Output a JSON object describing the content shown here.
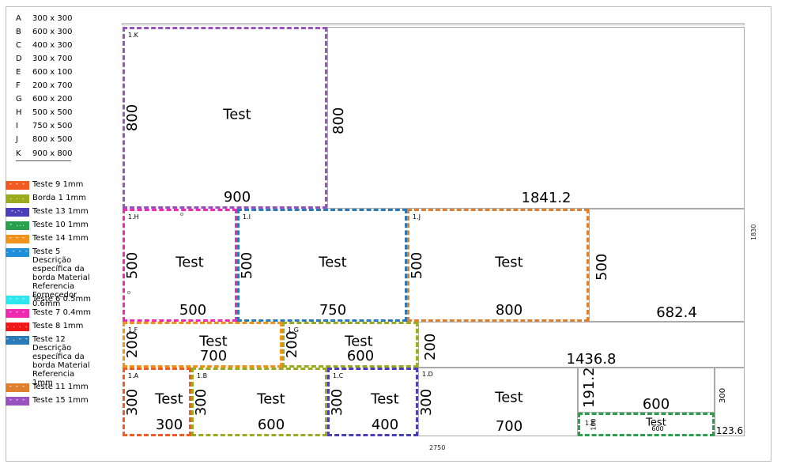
{
  "sizes": [
    {
      "key": "A",
      "value": "300 x 300"
    },
    {
      "key": "B",
      "value": "600 x 300"
    },
    {
      "key": "C",
      "value": "400 x 300"
    },
    {
      "key": "D",
      "value": "300 x 700"
    },
    {
      "key": "E",
      "value": "600 x 100"
    },
    {
      "key": "F",
      "value": "200 x 700"
    },
    {
      "key": "G",
      "value": "600 x 200"
    },
    {
      "key": "H",
      "value": "500 x 500"
    },
    {
      "key": "I",
      "value": "750 x 500"
    },
    {
      "key": "J",
      "value": "800 x 500"
    },
    {
      "key": "K",
      "value": "900 x 800"
    }
  ],
  "edges": [
    {
      "label": "Teste 9  1mm",
      "color": "#f25c22",
      "glyph": "- - -"
    },
    {
      "label": "Borda 1  1mm",
      "color": "#9aac1e",
      "glyph": ". . ."
    },
    {
      "label": "Teste 13  1mm",
      "color": "#4a3fb8",
      "glyph": "-.-."
    },
    {
      "label": "Teste 10  1mm",
      "color": "#2aa04c",
      "glyph": "- ..."
    },
    {
      "label": "Teste 14  1mm",
      "color": "#f0921c",
      "glyph": "- - -"
    },
    {
      "label": "Teste  5  Descrição específica da borda Material Referencia Fornecedor  0.6mm",
      "color": "#1e8fd8",
      "glyph": ". - - -"
    },
    {
      "label": "Teste 6   0.5mm",
      "color": "#2ee6ee",
      "glyph": "- - -"
    },
    {
      "label": "Teste 7  0.4mm",
      "color": "#ee2ab0",
      "glyph": "- - -"
    },
    {
      "label": "Teste 8  1mm",
      "color": "#f01818",
      "glyph": ". . . ."
    },
    {
      "label": "Teste  12  Descrição específica da borda Material Referencia 1mm",
      "color": "#2a7ab8",
      "glyph": "- . - -"
    },
    {
      "label": "Teste 11  1mm",
      "color": "#e0802e",
      "glyph": "- - -"
    },
    {
      "label": "Teste 15  1mm",
      "color": "#9a52c0",
      "glyph": "- - -"
    }
  ],
  "pieces": [
    {
      "code": "1.K",
      "label": "Test",
      "w": "900",
      "h": "800",
      "edge": "#9a52c0"
    },
    {
      "code": "1.H",
      "label": "Test",
      "w": "500",
      "h": "500",
      "edge": "#ee2ab0"
    },
    {
      "code": "1.I",
      "label": "Test",
      "w": "750",
      "h": "500",
      "edge": "#2a7ab8"
    },
    {
      "code": "1.J",
      "label": "Test",
      "w": "800",
      "h": "500",
      "edge": "#e0802e"
    },
    {
      "code": "1.F",
      "label": "Test",
      "w": "700",
      "h": "200",
      "edge": "#f0921c"
    },
    {
      "code": "1.G",
      "label": "Test",
      "w": "600",
      "h": "200",
      "edge": "#9aac1e"
    },
    {
      "code": "1.A",
      "label": "Test",
      "w": "300",
      "h": "300",
      "edge": "#f25c22"
    },
    {
      "code": "1.B",
      "label": "Test",
      "w": "600",
      "h": "300",
      "edge": "#9aac1e"
    },
    {
      "code": "1.C",
      "label": "Test",
      "w": "400",
      "h": "300",
      "edge": "#4a3fb8"
    },
    {
      "code": "1.D",
      "label": "Test",
      "w": "700",
      "h": "300",
      "edge": "#aaaaaa"
    },
    {
      "code": "1.E",
      "label": "Test",
      "w": "600",
      "h": "100",
      "edge": "#2aa04c"
    }
  ],
  "waste": [
    {
      "w": "1841.2",
      "h": "800"
    },
    {
      "w": "682.4",
      "h": "500"
    },
    {
      "w": "1436.8",
      "h": "200"
    },
    {
      "w": "600",
      "h": "191.2"
    },
    {
      "w": "123.6",
      "h": "300"
    }
  ],
  "sheet": {
    "width": "2750",
    "height": "1830"
  }
}
